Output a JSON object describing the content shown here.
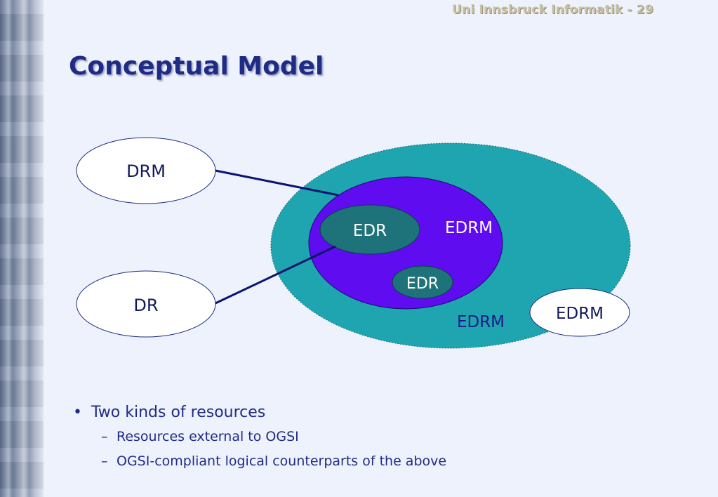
{
  "header": {
    "text": "Uni Innsbruck Informatik - 29"
  },
  "slide": {
    "title": "Conceptual Model"
  },
  "diagram": {
    "drm": "DRM",
    "dr": "DR",
    "edr_upper": "EDR",
    "edr_lower": "EDR",
    "edrm_inner": "EDRM",
    "edrm_outer": "EDRM",
    "edrm_side": "EDRM",
    "colors": {
      "outer_ellipse": "#1fa5b0",
      "inner_ellipse": "#5f0cf0",
      "edr_fill": "#1e737a",
      "connector": "#0a1470",
      "label_text": "#1a1a8a"
    }
  },
  "bullets": {
    "main": "Two kinds of resources",
    "sub": [
      "Resources external to OGSI",
      "OGSI-compliant logical counterparts of the above"
    ]
  }
}
